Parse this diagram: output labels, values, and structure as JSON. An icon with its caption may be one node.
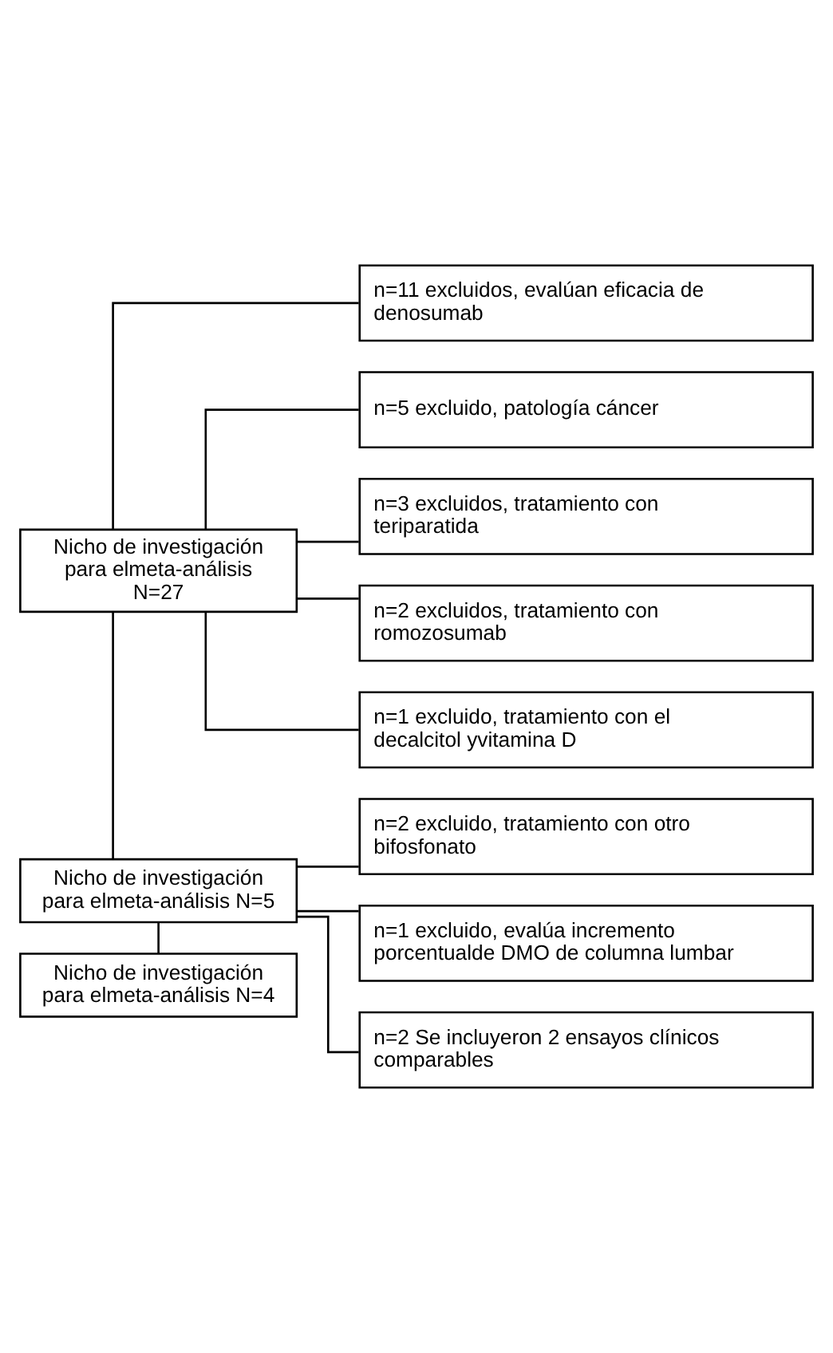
{
  "diagram": {
    "nodes": [
      {
        "text": [
          "Nicho de investigación para elmeta-análisis N=27"
        ]
      },
      {
        "text": [
          "n=11 excluidos, evalúan eficacia de denosumab"
        ]
      },
      {
        "text": [
          "n=5 excluido, patología cáncer"
        ]
      },
      {
        "text": [
          "n=3 excluidos, tratamiento con teriparatida"
        ]
      },
      {
        "text": [
          "n=2 excluidos, tratamiento con romozosumab"
        ]
      },
      {
        "text": [
          "n=1 excluido, tratamiento con el decalcitol yvitamina D"
        ]
      },
      {
        "text": [
          "Nicho de investigación para elmeta-análisis N=5"
        ]
      },
      {
        "text": [
          "n=2 excluido, tratamiento con otro bifosfonato"
        ]
      },
      {
        "text": [
          "n=1 excluido, evalúa incremento porcentualde DMO de columna lumbar"
        ]
      },
      {
        "text": [
          "n=2 Se incluyeron 2 ensayos clínicos comparables"
        ]
      },
      {
        "text": [
          "Nicho de investigación para elmeta-análisis N=4"
        ]
      }
    ],
    "edges": [
      {
        "from": 0,
        "to": 1,
        "arrow": "none"
      },
      {
        "from": 0,
        "to": 2,
        "arrow": "none"
      },
      {
        "from": 0,
        "to": 3,
        "arrow": "none"
      },
      {
        "from": 0,
        "to": 4,
        "arrow": "none"
      },
      {
        "from": 0,
        "to": 5,
        "arrow": "none"
      },
      {
        "from": 0,
        "to": 6,
        "arrow": "none"
      },
      {
        "from": 6,
        "to": 7,
        "arrow": "none"
      },
      {
        "from": 6,
        "to": 8,
        "arrow": "none"
      },
      {
        "from": 6,
        "to": 9,
        "arrow": "none"
      },
      {
        "from": 6,
        "to": 10,
        "arrow": "none"
      }
    ]
  }
}
